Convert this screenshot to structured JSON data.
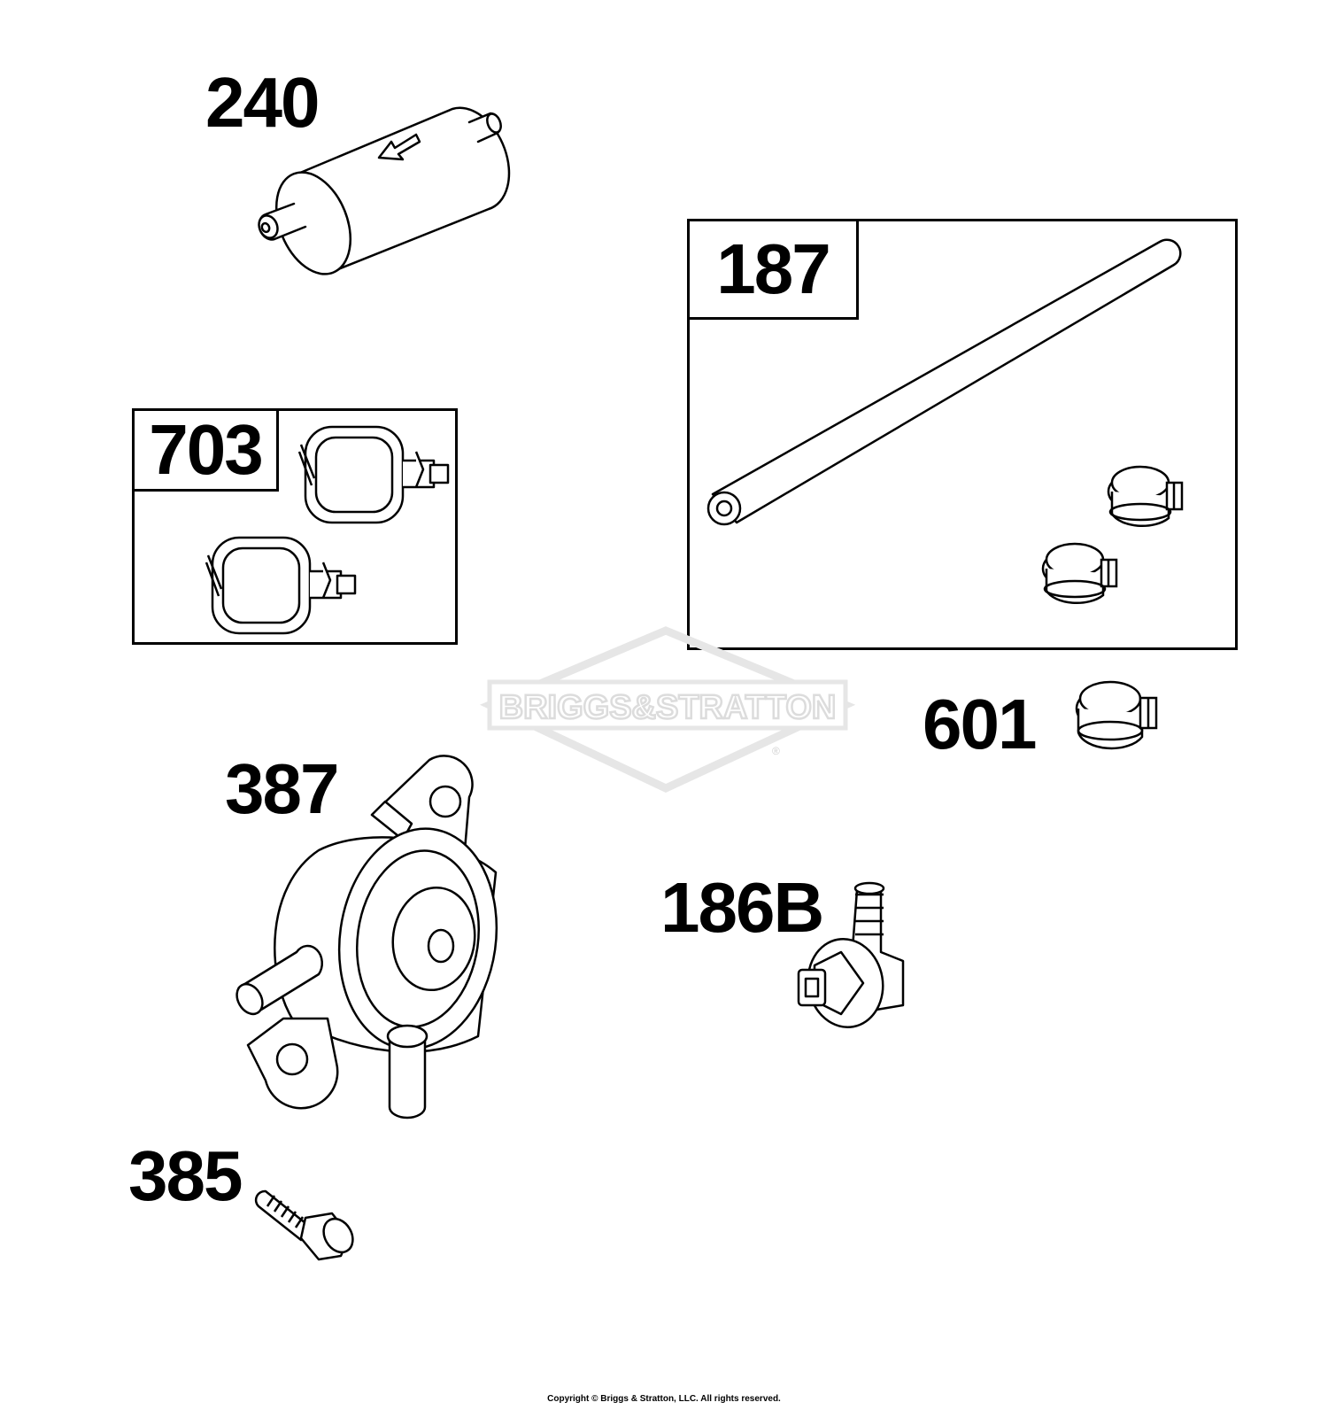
{
  "watermark": {
    "brand": "BRIGGS&STRATTON",
    "mark": "®",
    "color": "#e6e6e6"
  },
  "parts": {
    "p240": {
      "number": "240",
      "icon": "fuel-filter-icon"
    },
    "p187": {
      "number": "187",
      "icon": "fuel-line-icon"
    },
    "p703": {
      "number": "703",
      "icon": "hose-clamp-icon"
    },
    "p601": {
      "number": "601",
      "icon": "hose-clamp-icon"
    },
    "p387": {
      "number": "387",
      "icon": "fuel-pump-icon"
    },
    "p186B": {
      "number": "186B",
      "icon": "elbow-fitting-icon"
    },
    "p385": {
      "number": "385",
      "icon": "screw-icon"
    }
  },
  "footer": {
    "copyright": "Copyright © Briggs & Stratton, LLC. All rights reserved."
  },
  "colors": {
    "line": "#000000",
    "background": "#ffffff"
  }
}
